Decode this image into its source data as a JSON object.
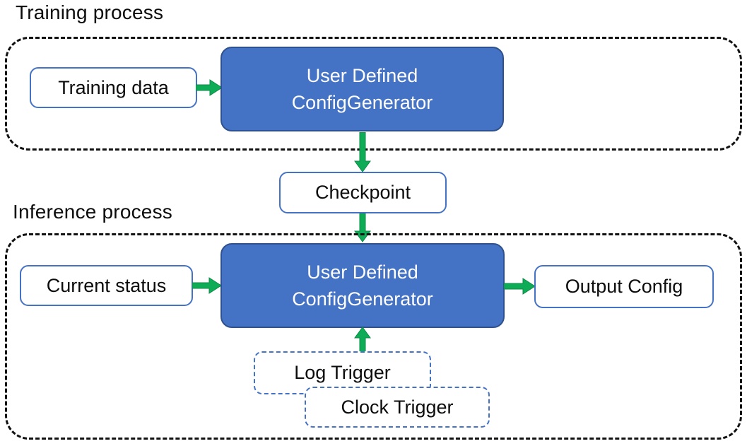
{
  "colors": {
    "accent_blue": "#4472C4",
    "accent_blue_dark": "#2F528F",
    "arrow_green": "#0FAC57",
    "arrow_green_dark": "#0B8A45",
    "container_dash_black": "#111111"
  },
  "training": {
    "title": "Training process",
    "input_box_label": "Training data",
    "generator_line1": "User Defined",
    "generator_line2": "ConfigGenerator"
  },
  "checkpoint": {
    "label": "Checkpoint"
  },
  "inference": {
    "title": "Inference process",
    "input_box_label": "Current status",
    "generator_line1": "User Defined",
    "generator_line2": "ConfigGenerator",
    "output_box_label": "Output Config",
    "triggers": [
      {
        "label": "Log Trigger"
      },
      {
        "label": "Clock Trigger"
      }
    ]
  }
}
